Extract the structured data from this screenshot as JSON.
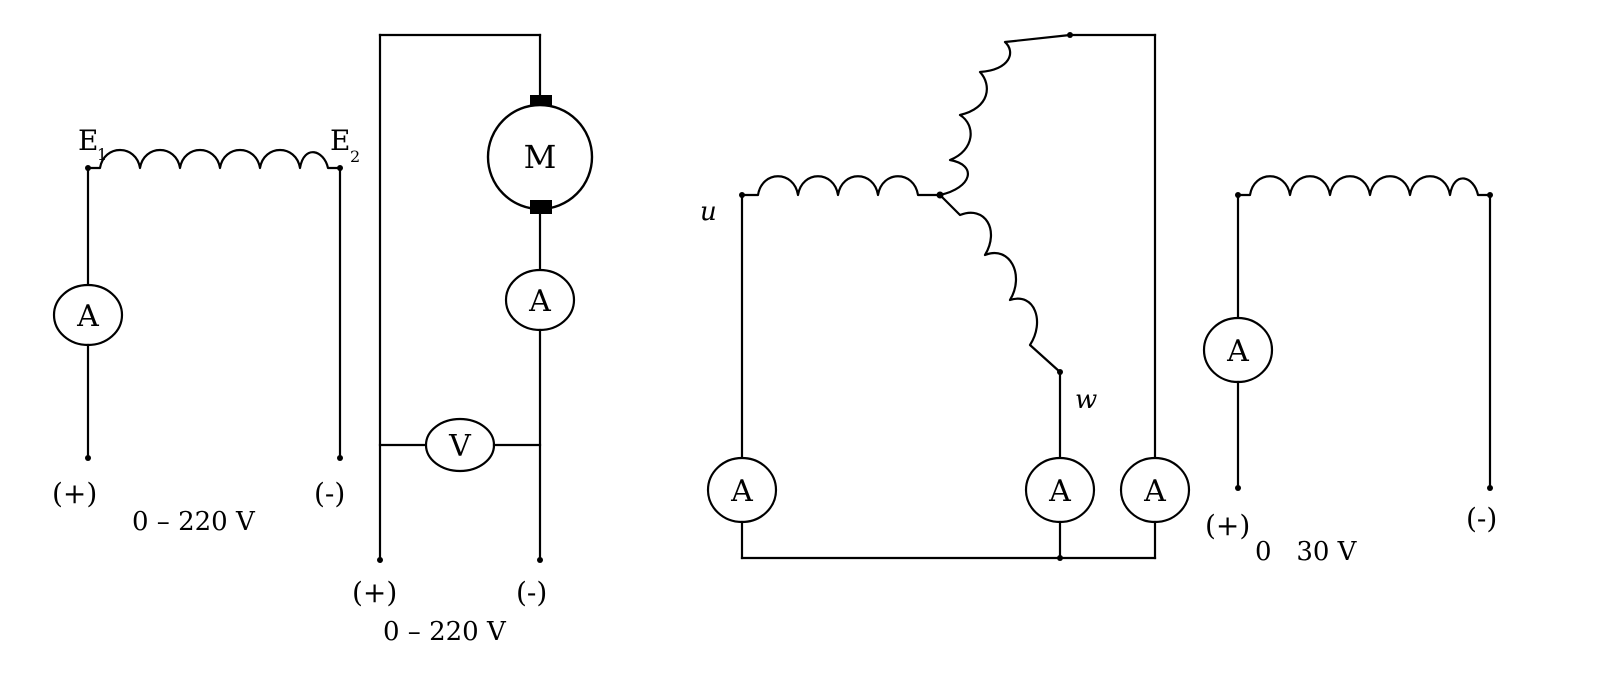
{
  "diagram": {
    "field_circuit": {
      "coil_start_label": "E",
      "coil_start_sub": "1",
      "coil_end_label": "E",
      "coil_end_sub": "2",
      "ammeter_label": "A",
      "plus_label": "(+)",
      "minus_label": "(-)",
      "supply_label": "0 – 220 V"
    },
    "armature_circuit": {
      "motor_label": "M",
      "ammeter_label": "A",
      "voltmeter_label": "V",
      "plus_label": "(+)",
      "minus_label": "(-)",
      "supply_label": "0 – 220 V"
    },
    "three_phase_circuit": {
      "phase_u_label": "u",
      "phase_w_label": "w",
      "ammeter_u_label": "A",
      "ammeter_w_label": "A",
      "ammeter_v_label": "A"
    },
    "excitation_circuit": {
      "ammeter_label": "A",
      "plus_label": "(+)",
      "minus_label": "(-)",
      "supply_label": "0   30 V"
    }
  }
}
